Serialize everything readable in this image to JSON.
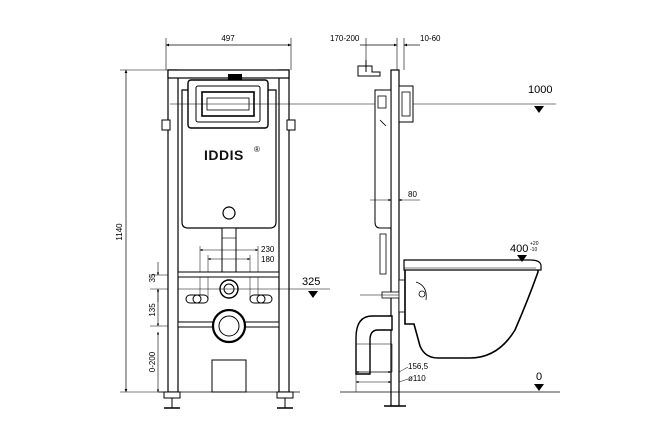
{
  "brand": {
    "logo_text": "IDDIS",
    "logo_mark": "®"
  },
  "dimensions": {
    "frame_width": "497",
    "total_height": "1140",
    "depth_range": "170-200",
    "offset_range": "10-60",
    "pipe_spacing_outer": "230",
    "pipe_spacing_inner": "180",
    "height_35": "35",
    "height_135": "135",
    "height_0_200": "0-200",
    "depth_80": "80",
    "depth_156": "156,5",
    "diameter_110": "ø110"
  },
  "levels": {
    "level_1000": "1000",
    "level_400": "400",
    "level_400_tolerance_plus": "+20",
    "level_400_tolerance_minus": "-10",
    "level_325": "325",
    "level_0": "0"
  }
}
